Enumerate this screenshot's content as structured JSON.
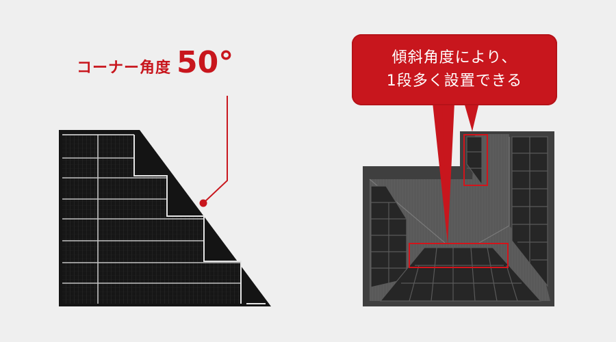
{
  "left_panel": {
    "angle_label": "コーナー角度",
    "angle_value": "50°"
  },
  "right_panel": {
    "callout_line1": "傾斜角度により、",
    "callout_line2": "1段多く設置できる"
  },
  "colors": {
    "accent": "#c8161d",
    "panel": "#1b1b1b",
    "roof": "#5a5a5a",
    "background": "#efefef"
  }
}
